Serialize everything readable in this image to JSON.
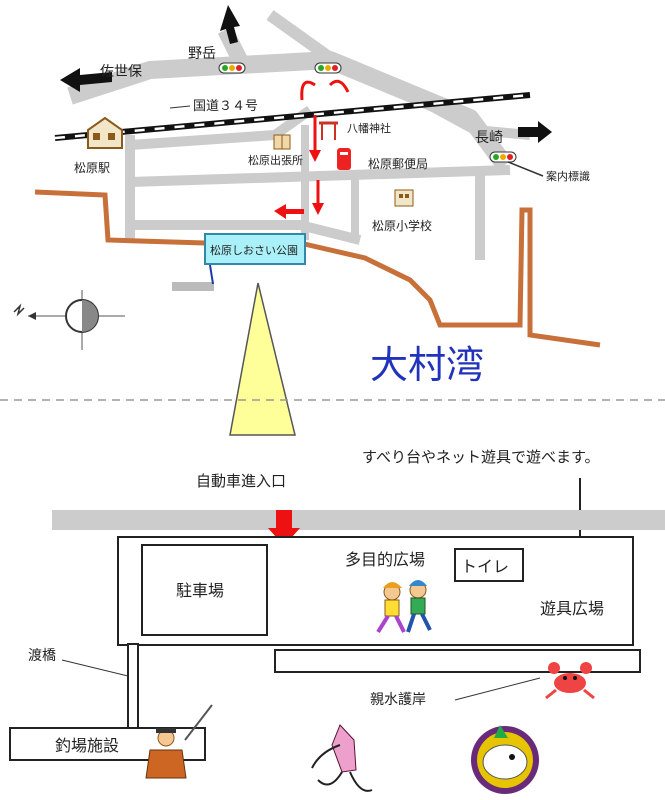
{
  "top_map": {
    "directions": {
      "sasebo": "佐世保",
      "nodake": "野岳",
      "nagasaki": "長崎"
    },
    "road_route": "国道３４号",
    "places": {
      "matsubara_station": "松原駅",
      "branch_office": "松原出張所",
      "hachiman_shrine": "八幡神社",
      "post_office": "松原郵便局",
      "elementary_school": "松原小学校",
      "guide_sign": "案内標識",
      "park": "松原しおさい公園"
    },
    "bay": "大村湾"
  },
  "bottom_map": {
    "entrance": "自動車進入口",
    "playground_note": "すべり台やネット遊具で遊べます。",
    "parking": "駐車場",
    "multipurpose_plaza": "多目的広場",
    "toilet": "トイレ",
    "play_plaza": "遊具広場",
    "bridge": "渡橋",
    "shore": "親水護岸",
    "fishing": "釣場施設"
  },
  "colors": {
    "road": "#cccccc",
    "coast": "#c8703a",
    "arrow_red": "#ee1111",
    "bay_text": "#2233bb",
    "park_box": "#aaf0f8",
    "spotlight": "#ffff99"
  }
}
